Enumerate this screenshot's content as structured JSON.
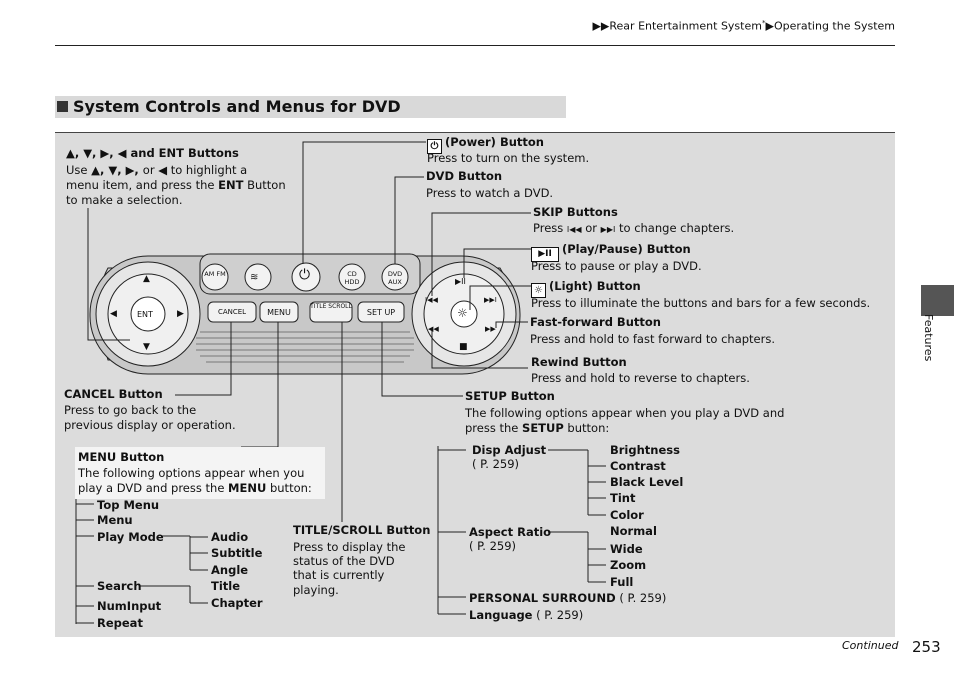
{
  "header": {
    "breadcrumb_part1": "Rear Entertainment System",
    "breadcrumb_star": "*",
    "breadcrumb_part2": "Operating the System"
  },
  "section": {
    "title": "System Controls and Menus for DVD"
  },
  "device": {
    "left_pad": {
      "center": "ENT",
      "up": "▲",
      "down": "▼",
      "left": "◀",
      "right": "▶"
    },
    "top_buttons": [
      "AM FM",
      "",
      "",
      "CD HDD",
      "DVD AUX"
    ],
    "bottom_buttons": [
      "CANCEL",
      "MENU",
      "TITLE SCROLL",
      "SET UP"
    ],
    "right_pad": {
      "up": "▶II",
      "down": "■",
      "left": "I◀◀",
      "right": "▶▶I",
      "ul": "◀◀",
      "ur": "▶▶"
    }
  },
  "callouts": {
    "arrows": {
      "title_syms": "▲, ▼, ▶, ◀",
      "title_rest": " and ENT Buttons",
      "l1_a": "Use ",
      "l1_syms": "▲, ▼, ▶, ",
      "l1_or": "or ",
      "l1_sym2": "◀",
      "l1_b": " to highlight a",
      "l2_a": "menu item, and press the ",
      "l2_b": "ENT",
      "l2_c": " Button",
      "l3": "to make a selection."
    },
    "power": {
      "title": "(Power) Button",
      "desc": "Press to turn on the system."
    },
    "dvd": {
      "title": "DVD Button",
      "desc": "Press to watch a DVD."
    },
    "skip": {
      "title": "SKIP Buttons",
      "desc_a": "Press ",
      "desc_or": " or ",
      "desc_b": " to change chapters."
    },
    "play": {
      "title": "(Play/Pause) Button",
      "desc": "Press to pause or play a DVD."
    },
    "light": {
      "title": "(Light) Button",
      "desc": "Press to illuminate the buttons and bars for a few seconds."
    },
    "ff": {
      "title": "Fast-forward Button",
      "desc": "Press and hold to fast forward to chapters."
    },
    "rewind": {
      "title": "Rewind Button",
      "desc": "Press and hold to reverse to chapters."
    },
    "cancel": {
      "title": "CANCEL Button",
      "desc1": "Press to go back to the",
      "desc2": "previous display or operation."
    },
    "setup": {
      "title": "SETUP Button",
      "desc1": "The following options appear when you play a DVD and",
      "desc2_a": "press the ",
      "desc2_b": "SETUP",
      "desc2_c": " button:"
    },
    "menu": {
      "title": "MENU Button",
      "desc1": "The following options appear when you",
      "desc2_a": "play a DVD and press the ",
      "desc2_b": "MENU",
      "desc2_c": " button:"
    },
    "title_scroll": {
      "title": "TITLE/SCROLL Button",
      "desc": [
        "Press to display the",
        "status of the DVD",
        "that is currently",
        "playing."
      ]
    }
  },
  "menu_tree": {
    "items": [
      "Top Menu",
      "Menu",
      "Play Mode",
      "Search",
      "NumInput",
      "Repeat"
    ],
    "play_mode_sub": [
      "Audio",
      "Subtitle",
      "Angle"
    ],
    "search_sub": [
      "Title",
      "Chapter"
    ]
  },
  "setup_tree": {
    "disp_adjust": "Disp Adjust",
    "disp_ref": "( P. 259)",
    "disp_sub": [
      "Brightness",
      "Contrast",
      "Black Level",
      "Tint",
      "Color"
    ],
    "aspect": "Aspect Ratio",
    "aspect_ref": "( P. 259)",
    "aspect_sub": [
      "Normal",
      "Wide",
      "Zoom",
      "Full"
    ],
    "personal": "PERSONAL SURROUND",
    "personal_ref": " ( P. 259)",
    "language": "Language",
    "language_ref": " ( P. 259)"
  },
  "sidebar": {
    "label": "Features"
  },
  "footer": {
    "continued": "Continued",
    "page": "253"
  }
}
